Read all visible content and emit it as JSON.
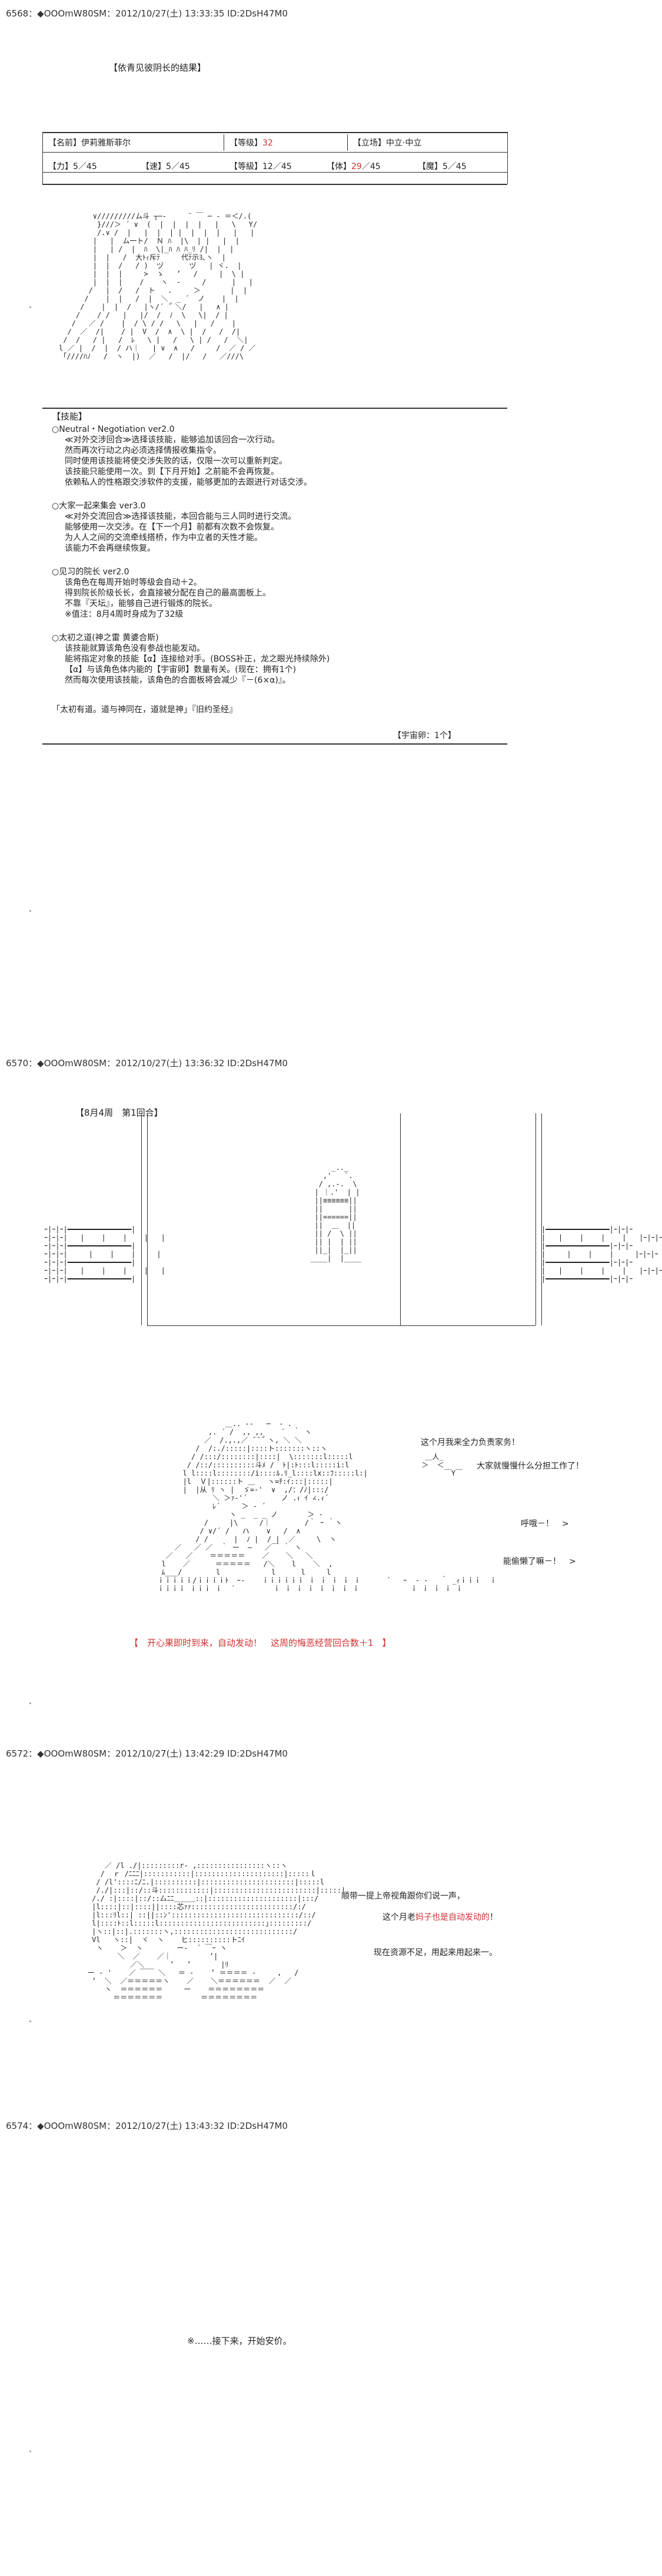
{
  "posts": [
    {
      "header": "6568：◆OOOmW80SM：2012/10/27(土) 13:33:35 ID:2DsH47M0",
      "title": "【依青见彼阴长的结果】",
      "status": {
        "name_label": "【名前】",
        "name_value": "伊莉雅斯菲尔",
        "level_label": "【等级】",
        "level_value": "32",
        "stance_label": "【立场】",
        "stance_value": "中立·中立",
        "str_label": "【力】",
        "str_value": "5／45",
        "spd_label": "【速】",
        "spd_value": "5／45",
        "lv2_label": "【等級】",
        "lv2_value": "12／45",
        "hp_label": "【体】",
        "hp_value": "29",
        "hp_max": "／45",
        "mag_label": "【魔】",
        "mag_value": "5／45"
      },
      "skills_header": "【技能】",
      "skills": [
        {
          "name": "○Neutral・Negotiation ver2.0",
          "lines": [
            "≪对外交涉回合≫选择该技能，能够追加该回合一次行动。",
            "然而再次行动之内必须选择情报收集指令。",
            "同时使用该技能将使交涉失败的话，仅限一次可以重新判定。",
            "该技能只能使用一次。到【下月开始】之前能不会再恢复。",
            "依赖私人的性格跟交涉软件的支援，能够更加的去跟进行对话交涉。"
          ]
        },
        {
          "name": "○大家一起来集会 ver3.0",
          "lines": [
            "≪对外交流回合≫选择该技能，本回合能与三人同时进行交流。",
            "能够使用一次交涉。在【下一个月】前都有次数不会恢复。",
            "为人人之间的交流牵线搭桥，作为中立者的天性才能。",
            "该能力不会再继续恢复。"
          ]
        },
        {
          "name": "○见习的院长 ver2.0",
          "lines": [
            "该角色在每周开始时等级会自动＋2。",
            "得到院长阶级长长，会直接被分配在自己的最高面板上。",
            "不靠『天坛』，能够自己进行锻炼的院长。",
            "※值注：8月4周时身成为了32级"
          ]
        },
        {
          "name": "○太初之道(神之雷 黄婆合斯)",
          "lines": [
            "该技能就算该角色没有参战也能发动。",
            "能将指定对象的技能【α】连接给对手。(BOSS补正，龙之眼光持续除外)",
            "【α】与该角色体内能的【宇宙卵】数量有关。(现在：拥有1个)",
            "然而每次使用该技能，该角色的合面板将会减少『－(6×α)』。"
          ]
        }
      ],
      "quote": "「太初有道。道与神同在，道就是神」『旧约圣经』",
      "egg_count": "【宇宙卵：1个】"
    },
    {
      "header": "6570：◆OOOmW80SM：2012/10/27(土) 13:36:32 ID:2DsH47M0",
      "title": "【8月4周　第1回合】",
      "speech": [
        "这个月我来全力负责家务！",
        "大家就慢慢什么分担工作了！",
        "呼哦－！　>",
        "能偷懒了嘛－！　>"
      ],
      "notice": "【　开心果即时到来，自动发动！　这周的悔恶经营回合数＋1　】"
    },
    {
      "header": "6572：◆OOOmW80SM：2012/10/27(土) 13:42:29 ID:2DsH47M0",
      "speech_before": "顺带一提上帝视角跟你们说一声，",
      "speech_mid_a": "这个月老",
      "speech_mid_red": "妈子也是自动发动的",
      "speech_mid_b": "！",
      "speech_after": "现在资源不足，用起来用起来一。"
    },
    {
      "header": "6574：◆OOOmW80SM：2012/10/27(土) 13:43:32 ID:2DsH47M0",
      "body": "※……接下来，开始安价。"
    }
  ]
}
